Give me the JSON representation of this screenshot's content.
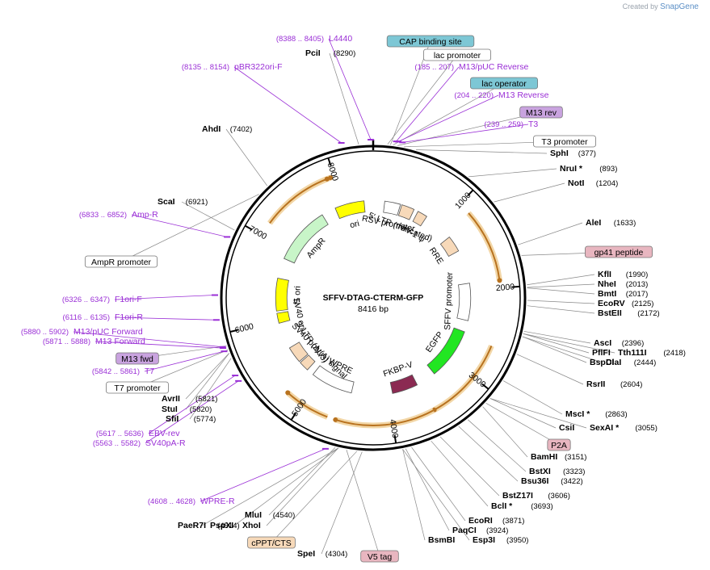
{
  "watermark": {
    "prefix": "Created by",
    "brand": "SnapGene"
  },
  "plasmid": {
    "name": "SFFV-DTAG-CTERM-GFP",
    "length": "8416 bp",
    "total_bp": 8416
  },
  "ticks": [
    1000,
    2000,
    3000,
    4000,
    5000,
    6000,
    7000,
    8000
  ],
  "features": [
    {
      "name": "CAP binding site",
      "start": 140,
      "end": 161,
      "color": "#7dc7d5",
      "kind": "box"
    },
    {
      "name": "lac promoter",
      "start": 110,
      "end": 140,
      "color": "#ffffff",
      "kind": "box"
    },
    {
      "name": "lac operator",
      "start": 165,
      "end": 182,
      "color": "#7dc7d5",
      "kind": "box"
    },
    {
      "name": "M13 rev",
      "start": 204,
      "end": 220,
      "color": "#c9a3df",
      "kind": "box"
    },
    {
      "name": "T3 promoter",
      "start": 260,
      "end": 278,
      "color": "#ffffff",
      "kind": "box"
    },
    {
      "name": "gp41 peptide",
      "start": 1700,
      "end": 1760,
      "color": "#e8b6c0",
      "kind": "box"
    },
    {
      "name": "P2A",
      "start": 3080,
      "end": 3140,
      "color": "#e8b6c0",
      "kind": "box"
    },
    {
      "name": "V5 tag",
      "start": 4420,
      "end": 4462,
      "color": "#e8b6c0",
      "kind": "box"
    },
    {
      "name": "cPPT/CTS",
      "start": 4290,
      "end": 4410,
      "color": "#f7d9b9",
      "kind": "box"
    },
    {
      "name": "M13 fwd",
      "start": 5880,
      "end": 5896,
      "color": "#c9a3df",
      "kind": "box"
    },
    {
      "name": "T7 promoter",
      "start": 5842,
      "end": 5861,
      "color": "#ffffff",
      "kind": "box"
    },
    {
      "name": "AmpR promoter",
      "start": 7250,
      "end": 7350,
      "color": "#ffffff",
      "kind": "box"
    }
  ],
  "arc_features": [
    {
      "name": "ori",
      "start": 7880,
      "end": 8290,
      "color": "#ffff00",
      "radius": 0.52
    },
    {
      "name": "AmpR",
      "start": 6870,
      "end": 7680,
      "color": "#c8f5c8",
      "radius": 0.52
    },
    {
      "name": "f1 ori",
      "start": 6130,
      "end": 6586,
      "color": "#ffff00",
      "radius": 0.52
    },
    {
      "name": "RSV promoter",
      "start": 160,
      "end": 380,
      "color": "#ffffff",
      "radius": 0.52
    },
    {
      "name": "5' LTR (truncated)",
      "start": 400,
      "end": 580,
      "color": "#f7d9b9",
      "radius": 0.52
    },
    {
      "name": "HIV-1 ψ",
      "start": 640,
      "end": 780,
      "color": "#f7d9b9",
      "radius": 0.52
    },
    {
      "name": "RRE",
      "start": 1200,
      "end": 1430,
      "color": "#f7d9b9",
      "radius": 0.52
    },
    {
      "name": "SFFV promoter",
      "start": 1900,
      "end": 2420,
      "color": "#ffffff",
      "radius": 0.52
    },
    {
      "name": "EGFP",
      "start": 2580,
      "end": 3300,
      "color": "#22e622",
      "radius": 0.52
    },
    {
      "name": "FKBP-V",
      "start": 3580,
      "end": 3940,
      "color": "#8b2a52",
      "radius": 0.52
    },
    {
      "name": "WPRE",
      "start": 4510,
      "end": 5100,
      "color": "#ffffff",
      "radius": 0.52
    },
    {
      "name": "SV40 poly(A) signal",
      "start": 5200,
      "end": 5340,
      "color": "#f7d9b9",
      "radius": 0.52
    },
    {
      "name": "3' LTR (ΔU3)",
      "start": 5360,
      "end": 5590,
      "color": "#f7d9b9",
      "radius": 0.52
    },
    {
      "name": "SV40 ori",
      "start": 5960,
      "end": 6100,
      "color": "#ffff00",
      "radius": 0.52
    }
  ],
  "orange_arcs": [
    {
      "start": 7150,
      "end": 7960
    },
    {
      "start": 1130,
      "end": 1920
    },
    {
      "start": 2620,
      "end": 3540
    },
    {
      "start": 3550,
      "end": 4610
    },
    {
      "start": 4700,
      "end": 5190
    },
    {
      "start": 7380,
      "end": 7920
    }
  ],
  "sites": [
    {
      "name": "PciI",
      "pos": "(8290)",
      "side": "L"
    },
    {
      "name": "AhdI",
      "pos": "(7402)",
      "side": "L"
    },
    {
      "name": "ScaI",
      "pos": "(6921)",
      "side": "L"
    },
    {
      "name": "AvrII",
      "pos": "(5821)",
      "side": "L"
    },
    {
      "name": "StuI",
      "pos": "(5820)",
      "side": "L"
    },
    {
      "name": "SfiI",
      "pos": "(5774)",
      "side": "L"
    },
    {
      "name": "MluI",
      "pos": "(4540)",
      "side": "L"
    },
    {
      "name": "PaeR7I",
      "pos": "(4514)",
      "side": "L"
    },
    {
      "name": "PspXI",
      "pos": "",
      "side": "L"
    },
    {
      "name": "XhoI",
      "pos": "",
      "side": "L"
    },
    {
      "name": "SpeI",
      "pos": "(4304)",
      "side": "L"
    },
    {
      "name": "SphI",
      "pos": "(377)",
      "side": "R"
    },
    {
      "name": "NruI *",
      "pos": "(893)",
      "side": "R"
    },
    {
      "name": "NotI",
      "pos": "(1204)",
      "side": "R"
    },
    {
      "name": "AleI",
      "pos": "(1633)",
      "side": "R"
    },
    {
      "name": "KflI",
      "pos": "(1990)",
      "side": "R"
    },
    {
      "name": "NheI",
      "pos": "(2013)",
      "side": "R"
    },
    {
      "name": "BmtI",
      "pos": "(2017)",
      "side": "R"
    },
    {
      "name": "EcoRV",
      "pos": "(2125)",
      "side": "R"
    },
    {
      "name": "BstEII",
      "pos": "(2172)",
      "side": "R"
    },
    {
      "name": "AscI",
      "pos": "(2396)",
      "side": "R"
    },
    {
      "name": "PflFI",
      "pos": "",
      "side": "R"
    },
    {
      "name": "Tth111I",
      "pos": "(2418)",
      "side": "R"
    },
    {
      "name": "BspDI",
      "pos": "",
      "side": "R"
    },
    {
      "name": "ClaI",
      "pos": "(2444)",
      "side": "R"
    },
    {
      "name": "RsrII",
      "pos": "(2604)",
      "side": "R"
    },
    {
      "name": "MscI *",
      "pos": "(2863)",
      "side": "R"
    },
    {
      "name": "CsiI",
      "pos": "",
      "side": "R"
    },
    {
      "name": "SexAI *",
      "pos": "(3055)",
      "side": "R"
    },
    {
      "name": "BamHI",
      "pos": "(3151)",
      "side": "R"
    },
    {
      "name": "BstXI",
      "pos": "(3323)",
      "side": "R"
    },
    {
      "name": "Bsu36I",
      "pos": "(3422)",
      "side": "R"
    },
    {
      "name": "BstZ17I",
      "pos": "(3606)",
      "side": "R"
    },
    {
      "name": "BclI *",
      "pos": "(3693)",
      "side": "R"
    },
    {
      "name": "EcoRI",
      "pos": "(3871)",
      "side": "R"
    },
    {
      "name": "PaqCI",
      "pos": "(3924)",
      "side": "R"
    },
    {
      "name": "BsmBI",
      "pos": "",
      "side": "R"
    },
    {
      "name": "Esp3I",
      "pos": "(3950)",
      "side": "R"
    }
  ],
  "primers": [
    {
      "name": "L4440",
      "range": "(8388 .. 8405)"
    },
    {
      "name": "pBR322ori-F",
      "range": "(8135 .. 8154)"
    },
    {
      "name": "M13/pUC Reverse",
      "range": "(185 .. 207)"
    },
    {
      "name": "M13 Reverse",
      "range": "(204 .. 220)"
    },
    {
      "name": "T3",
      "range": "(239 .. 259)"
    },
    {
      "name": "Amp-R",
      "range": "(6833 .. 6852)"
    },
    {
      "name": "F1ori-F",
      "range": "(6326 .. 6347)"
    },
    {
      "name": "F1ori-R",
      "range": "(6116 .. 6135)"
    },
    {
      "name": "M13/pUC Forward",
      "range": "(5880 .. 5902)"
    },
    {
      "name": "M13 Forward",
      "range": "(5871 .. 5888)"
    },
    {
      "name": "T7",
      "range": "(5842 .. 5861)"
    },
    {
      "name": "EBV-rev",
      "range": "(5617 .. 5636)"
    },
    {
      "name": "SV40pA-R",
      "range": "(5563 .. 5582)"
    },
    {
      "name": "WPRE-R",
      "range": "(4608 .. 4628)"
    }
  ],
  "colors": {
    "primer": "#9a2fd6",
    "backbone": "#000000",
    "orange": "#e8a23c"
  }
}
